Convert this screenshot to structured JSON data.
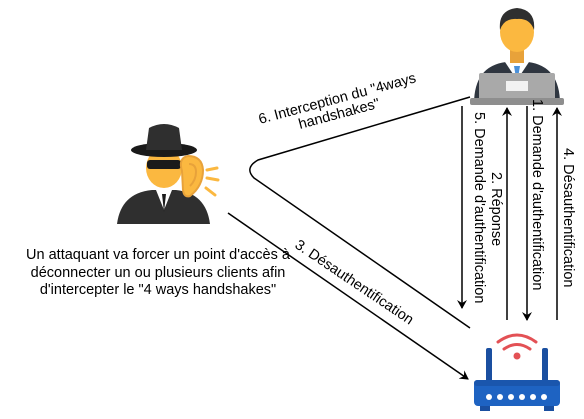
{
  "nodes": {
    "attacker_caption": "Un attaquant va forcer un point d'accès à déconnecter un ou plusieurs clients afin d'intercepter le \"4 ways handshakes\""
  },
  "edges": {
    "e1": "1. Demande d'authentification",
    "e2": "2. Réponse",
    "e3": "3. Désauthentification",
    "e4": "4. Désauthentification",
    "e5": "5. Demande d'authentification",
    "e6_line1": "6. Interception du \"4ways",
    "e6_line2": "handshakes\""
  },
  "icons": {
    "client": "user-laptop-icon",
    "attacker": "hacker-eavesdropping-icon",
    "access_point": "wifi-router-icon"
  },
  "colors": {
    "skin": "#FBB840",
    "dark": "#2F2F2F",
    "router_blue": "#1E63C2",
    "wifi_red": "#E35155",
    "laptop_gray": "#A9A9A9",
    "line": "#000000"
  }
}
